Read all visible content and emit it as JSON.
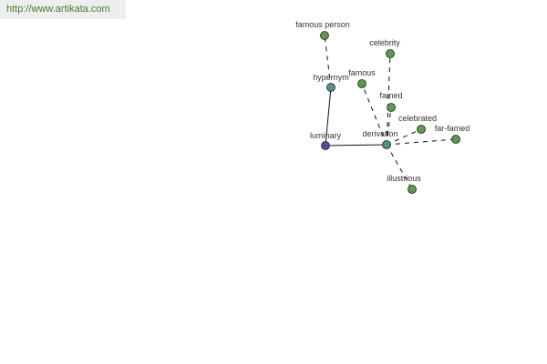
{
  "source": {
    "url": "http://www.artikata.com"
  },
  "colors": {
    "center": "#5050a0",
    "relation": "#4f9090",
    "term": "#5c9a4c",
    "node_stroke": "#222222",
    "edge": "#111111",
    "link": "#4a7a30",
    "banner": "#eeeeee"
  },
  "graph": {
    "center": {
      "id": "luminary",
      "label": "luminary"
    },
    "relations": [
      {
        "id": "hypernym",
        "label": "hypernym",
        "terms": [
          "famous person"
        ]
      },
      {
        "id": "derivation",
        "label": "derivation",
        "terms": [
          "celebrity",
          "famous",
          "famed",
          "celebrated",
          "far-famed",
          "illustrious"
        ]
      }
    ]
  }
}
